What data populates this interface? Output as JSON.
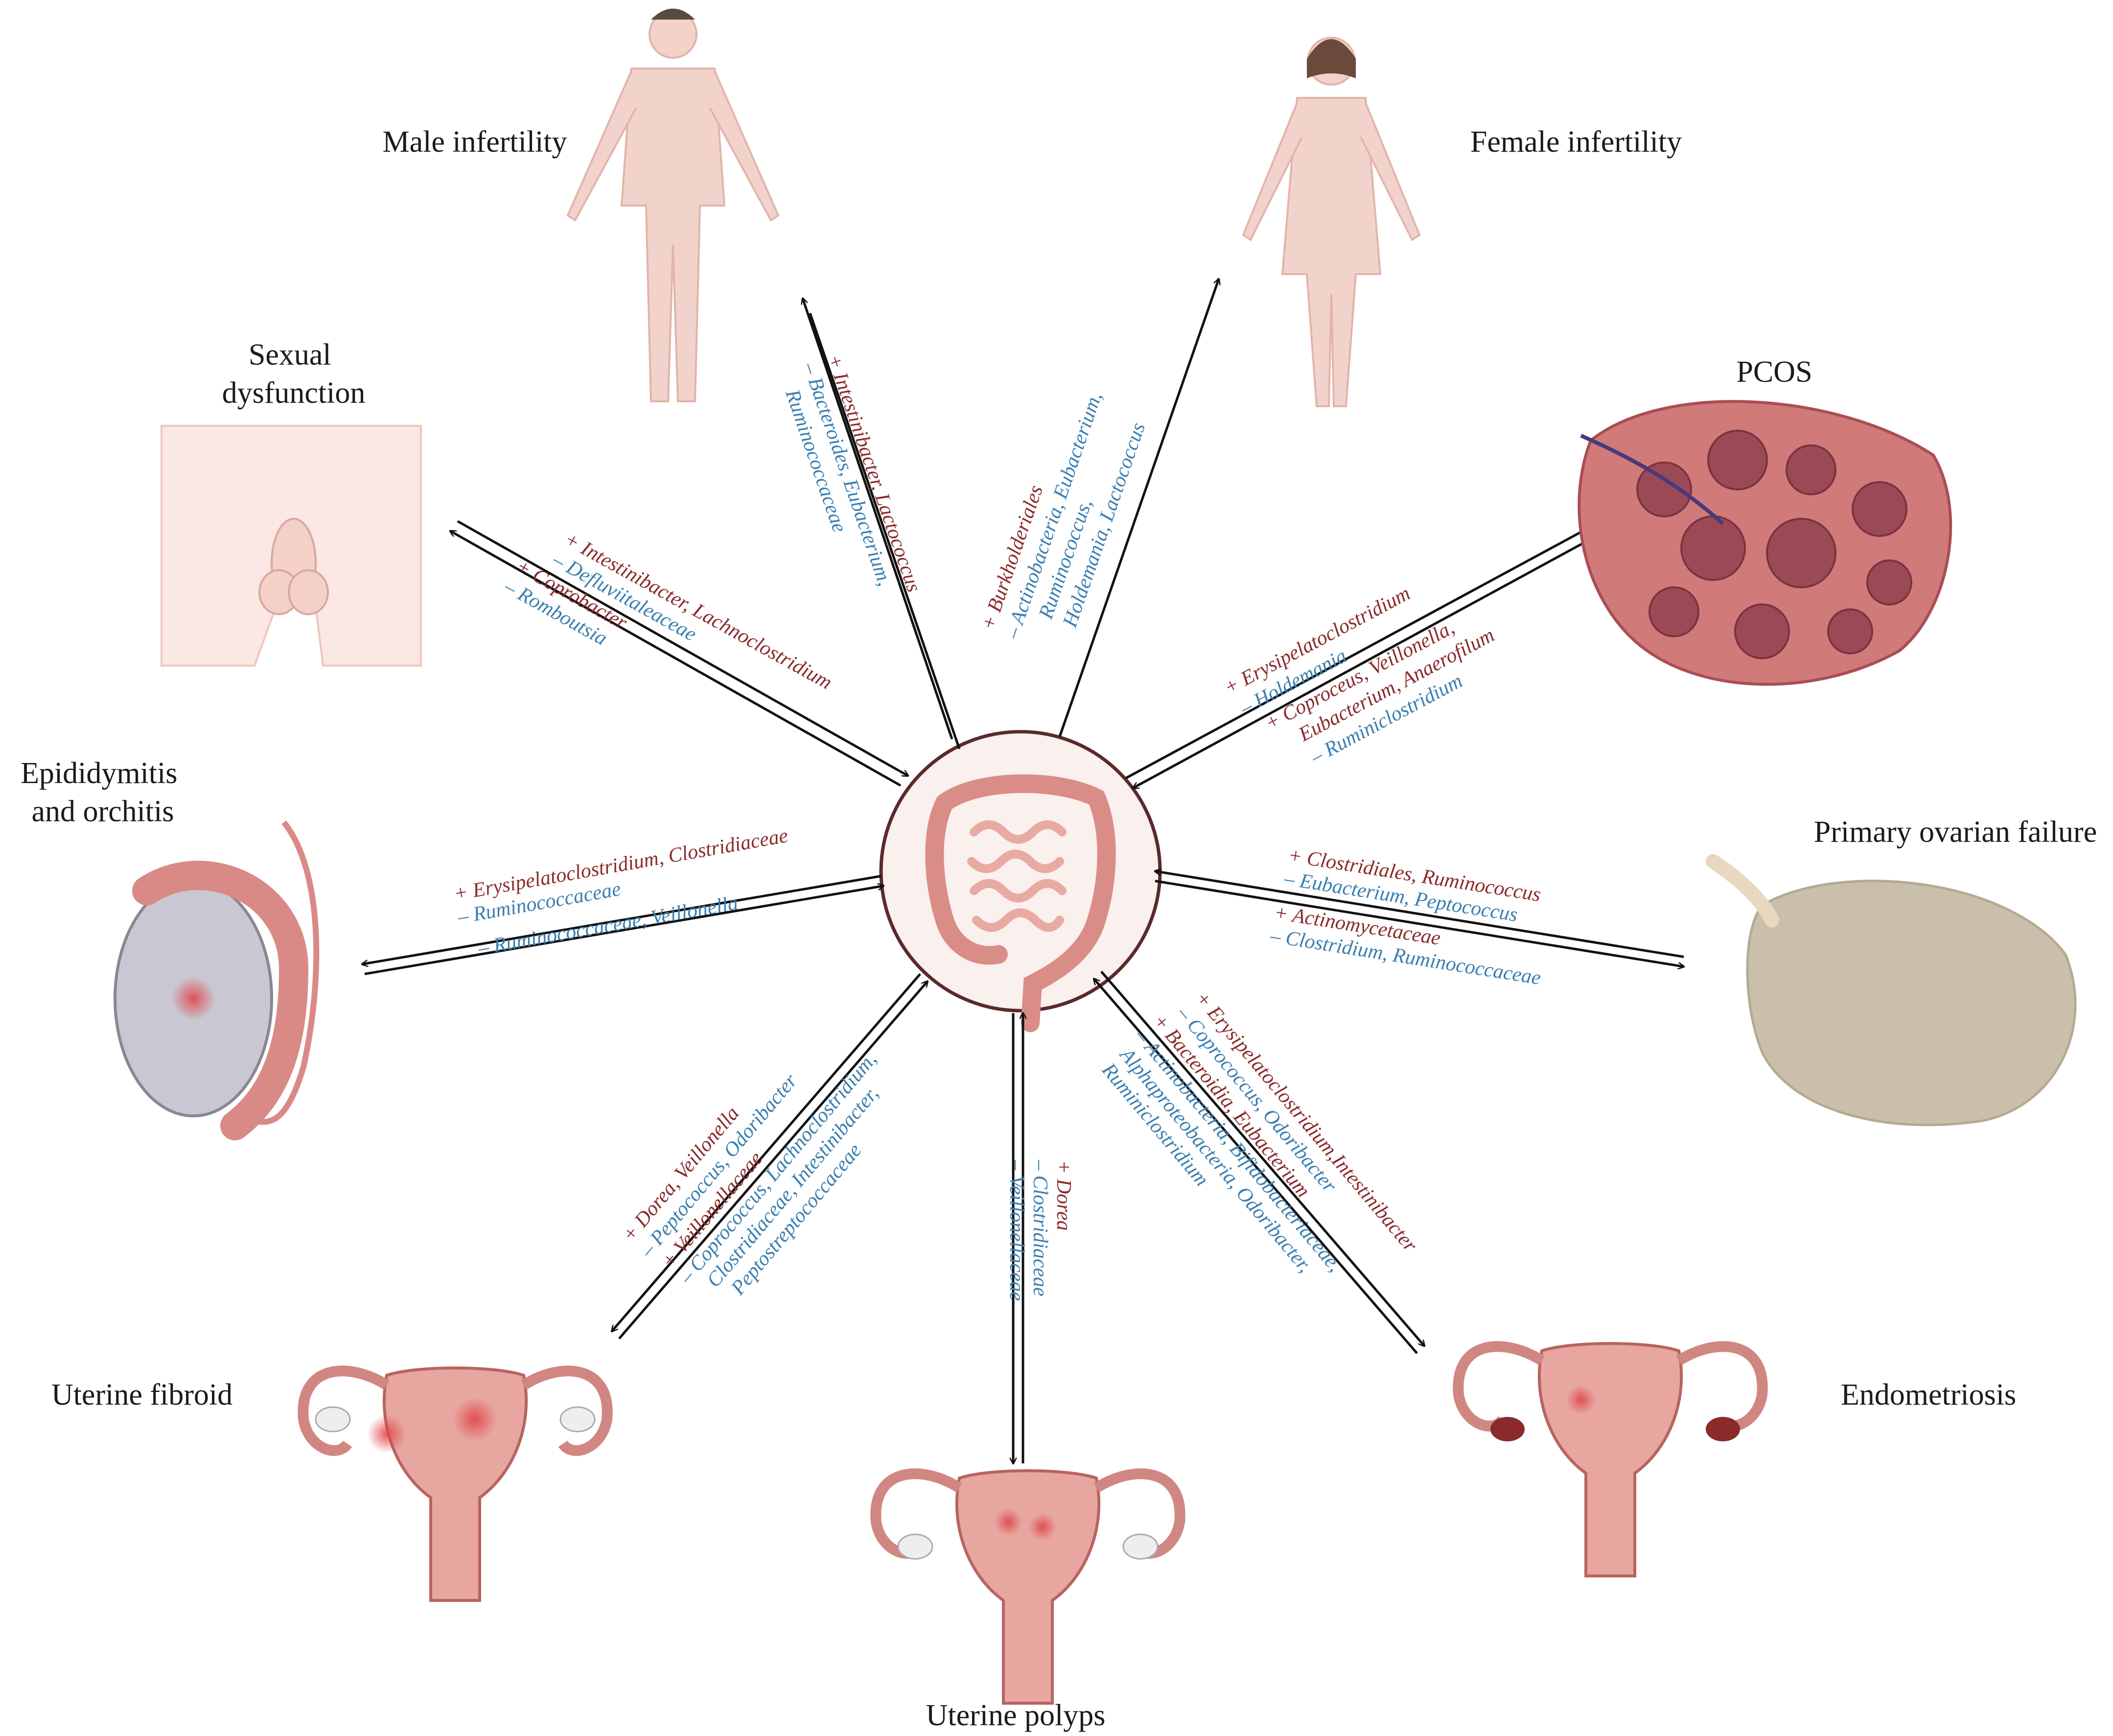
{
  "center": {
    "name": "gut-microbiota-hub"
  },
  "colors": {
    "positive": "#8b2a2a",
    "negative": "#3a7fb0",
    "tissue": "#e7a6a0",
    "tissue_dark": "#c56f6b",
    "skin": "#f3d6cf"
  },
  "outcomes": [
    {
      "id": "male-infertility",
      "label": [
        "Male infertility"
      ],
      "direction": "bidirectional",
      "lines": [
        {
          "sign": "+",
          "text": "+ Intestinibacter, Lactococcus"
        },
        {
          "sign": "-",
          "text": "– Bacteroides, Eubacterium,"
        },
        {
          "sign": "-",
          "text": "Ruminococcaceae"
        }
      ]
    },
    {
      "id": "female-infertility",
      "label": [
        "Female infertility"
      ],
      "direction": "outward",
      "lines": [
        {
          "sign": "+",
          "text": "+ Burkholderiales"
        },
        {
          "sign": "-",
          "text": "– Actinobacteria, Eubacterium,"
        },
        {
          "sign": "-",
          "text": "Ruminococcus,"
        },
        {
          "sign": "-",
          "text": "Holdemania, Lactococcus"
        }
      ]
    },
    {
      "id": "pcos",
      "label": [
        "PCOS"
      ],
      "direction": "bidirectional",
      "lines": [
        {
          "sign": "+",
          "text": "+ Erysipelatoclostridium"
        },
        {
          "sign": "-",
          "text": "– Holdemania"
        },
        {
          "sign": "+",
          "text": "+ Coproceus, Veillonella,"
        },
        {
          "sign": "+",
          "text": "Eubacterium, Anaerofilum"
        },
        {
          "sign": "-",
          "text": "– Ruminiclostridium"
        }
      ]
    },
    {
      "id": "primary-ovarian-failure",
      "label": [
        "Primary ovarian failure"
      ],
      "direction": "bidirectional",
      "lines": [
        {
          "sign": "+",
          "text": "+ Clostridiales, Ruminococcus"
        },
        {
          "sign": "-",
          "text": "– Eubacterium, Peptococcus"
        },
        {
          "sign": "+",
          "text": "+ Actinomycetaceae"
        },
        {
          "sign": "-",
          "text": "– Clostridium, Ruminococcaceae"
        }
      ]
    },
    {
      "id": "endometriosis",
      "label": [
        "Endometriosis"
      ],
      "direction": "bidirectional",
      "lines": [
        {
          "sign": "+",
          "text": "+ Erysipelatoclostridium,Intestinibacter"
        },
        {
          "sign": "-",
          "text": "– Coprococcus, Odoribacter"
        },
        {
          "sign": "+",
          "text": "+ Bacteroidia, Eubacterium"
        },
        {
          "sign": "-",
          "text": "– Actinobacteria, Bifidobacteriaceae,"
        },
        {
          "sign": "-",
          "text": "Alphaproteobacteria, Odoribacter,"
        },
        {
          "sign": "-",
          "text": "Ruminiclostridium"
        }
      ]
    },
    {
      "id": "uterine-polyps",
      "label": [
        "Uterine polyps"
      ],
      "direction": "bidirectional",
      "lines": [
        {
          "sign": "+",
          "text": "+ Dorea"
        },
        {
          "sign": "-",
          "text": "– Clostridiaceae"
        },
        {
          "sign": "-",
          "text": "– Veillonellaceae"
        }
      ]
    },
    {
      "id": "uterine-fibroid",
      "label": [
        "Uterine fibroid"
      ],
      "direction": "bidirectional",
      "lines": [
        {
          "sign": "+",
          "text": "+ Dorea, Veillonella"
        },
        {
          "sign": "-",
          "text": "– Peptococcus, Odoribacter"
        },
        {
          "sign": "+",
          "text": "+ Veillonellaceae"
        },
        {
          "sign": "-",
          "text": "– Coprococcus, Lachnoclostridium,"
        },
        {
          "sign": "-",
          "text": "Clostridiaceae, Intestinibacter,"
        },
        {
          "sign": "-",
          "text": "Peptostreptococcaceae"
        }
      ]
    },
    {
      "id": "epididymitis-orchitis",
      "label": [
        "Epididymitis",
        "and orchitis"
      ],
      "direction": "bidirectional",
      "lines": [
        {
          "sign": "+",
          "text": "+ Erysipelatoclostridium, Clostridiaceae"
        },
        {
          "sign": "-",
          "text": "– Ruminococcaceae"
        },
        {
          "sign": "-",
          "text": "– Ruminococcaceae, Veillonella"
        }
      ]
    },
    {
      "id": "sexual-dysfunction",
      "label": [
        "Sexual",
        "dysfunction"
      ],
      "direction": "bidirectional",
      "lines": [
        {
          "sign": "+",
          "text": "+ Intestinibacter, Lachnoclostridium"
        },
        {
          "sign": "-",
          "text": "– Defluviitaleaceae"
        },
        {
          "sign": "+",
          "text": "+ Coprobacter"
        },
        {
          "sign": "-",
          "text": "– Romboutsia"
        }
      ]
    }
  ]
}
